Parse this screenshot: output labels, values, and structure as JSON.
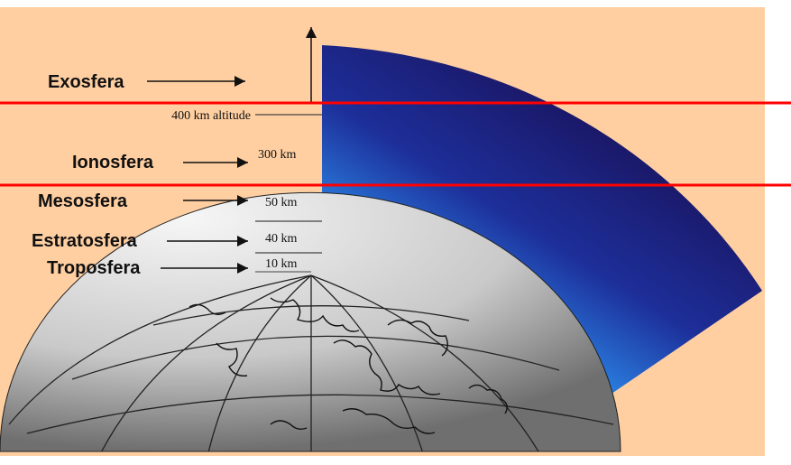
{
  "colors": {
    "background": "#ffcfa1",
    "atmosphere_top": "#1a1460",
    "atmosphere_bottom": "#39c8ff",
    "highlight_lines": "#ff0000",
    "globe_light": "#f3f3f3",
    "globe_dark": "#6f6f6f"
  },
  "layers": [
    {
      "id": "exosfera",
      "name": "Exosfera",
      "altitude": "400 km altitude"
    },
    {
      "id": "ionosfera",
      "name": "Ionosfera",
      "altitude": "300 km"
    },
    {
      "id": "mesosfera",
      "name": "Mesosfera",
      "altitude": "50 km"
    },
    {
      "id": "estratosfera",
      "name": "Estratosfera",
      "altitude": "40 km"
    },
    {
      "id": "troposfera",
      "name": "Troposfera",
      "altitude": "10 km"
    }
  ]
}
